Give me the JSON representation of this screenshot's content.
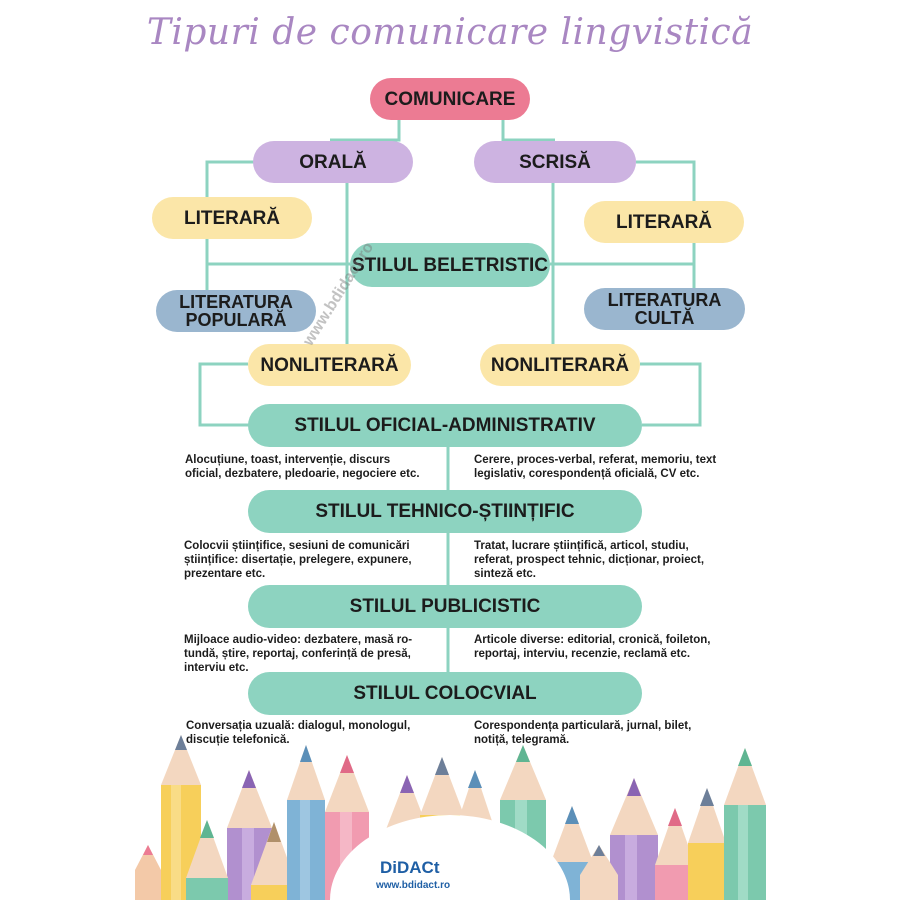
{
  "title": "Tipuri de comunicare lingvistică",
  "nodes": {
    "comunicare": "COMUNICARE",
    "orala": "ORALĂ",
    "scrisa": "SCRISĂ",
    "literara_left": "LITERARĂ",
    "literara_right": "LITERARĂ",
    "stilul_beletristic": "STILUL BELETRISTIC",
    "literatura_populara_1": "LITERATURA",
    "literatura_populara_2": "POPULARĂ",
    "literatura_culta_1": "LITERATURA",
    "literatura_culta_2": "CULTĂ",
    "nonliterara_left": "NONLITERARĂ",
    "nonliterara_right": "NONLITERARĂ",
    "stilul_oficial": "STILUL OFICIAL-ADMINISTRATIV",
    "stilul_tehnico": "STILUL TEHNICO-ȘTIINȚIFIC",
    "stilul_publicistic": "STILUL PUBLICISTIC",
    "stilul_colocvial": "STILUL COLOCVIAL"
  },
  "descriptions": {
    "oficial_left": [
      "Alocuțiune, toast, intervenție, discurs",
      "oficial, dezbatere, pledoarie, negociere etc."
    ],
    "oficial_right": [
      "Cerere, proces-verbal, referat, memoriu, text",
      "legislativ, corespondență oficială, CV etc."
    ],
    "tehnico_left": [
      "Colocvii științifice, sesiuni de comunicări",
      "științifice: disertație, prelegere, expunere,",
      "prezentare etc."
    ],
    "tehnico_right": [
      "Tratat, lucrare științifică, articol, studiu,",
      "referat, prospect tehnic, dicționar, proiect,",
      "sinteză etc."
    ],
    "publicistic_left": [
      "Mijloace audio-video: dezbatere, masă ro-",
      "tundă, știre, reportaj, conferință de presă,",
      "interviu etc."
    ],
    "publicistic_right": [
      "Articole diverse: editorial, cronică, foileton,",
      "reportaj, interviu, recenzie, reclamă etc."
    ],
    "colocvial_left": [
      "Conversația uzuală: dialogul, monologul,",
      "discuție telefonică."
    ],
    "colocvial_right": [
      "Corespondența particulară, jurnal, bilet,",
      "notiță, telegramă."
    ]
  },
  "watermark": "www.bdidact.ro",
  "footer": {
    "brand": "DiDACt",
    "url": "www.bdidact.ro"
  },
  "colors": {
    "pink": "#ec7b93",
    "purple": "#cdb3e1",
    "yellow": "#fbe6a8",
    "blue": "#9ab6cf",
    "green": "#8dd3c0",
    "line": "#8dd3c0",
    "title": "#a987c2"
  }
}
